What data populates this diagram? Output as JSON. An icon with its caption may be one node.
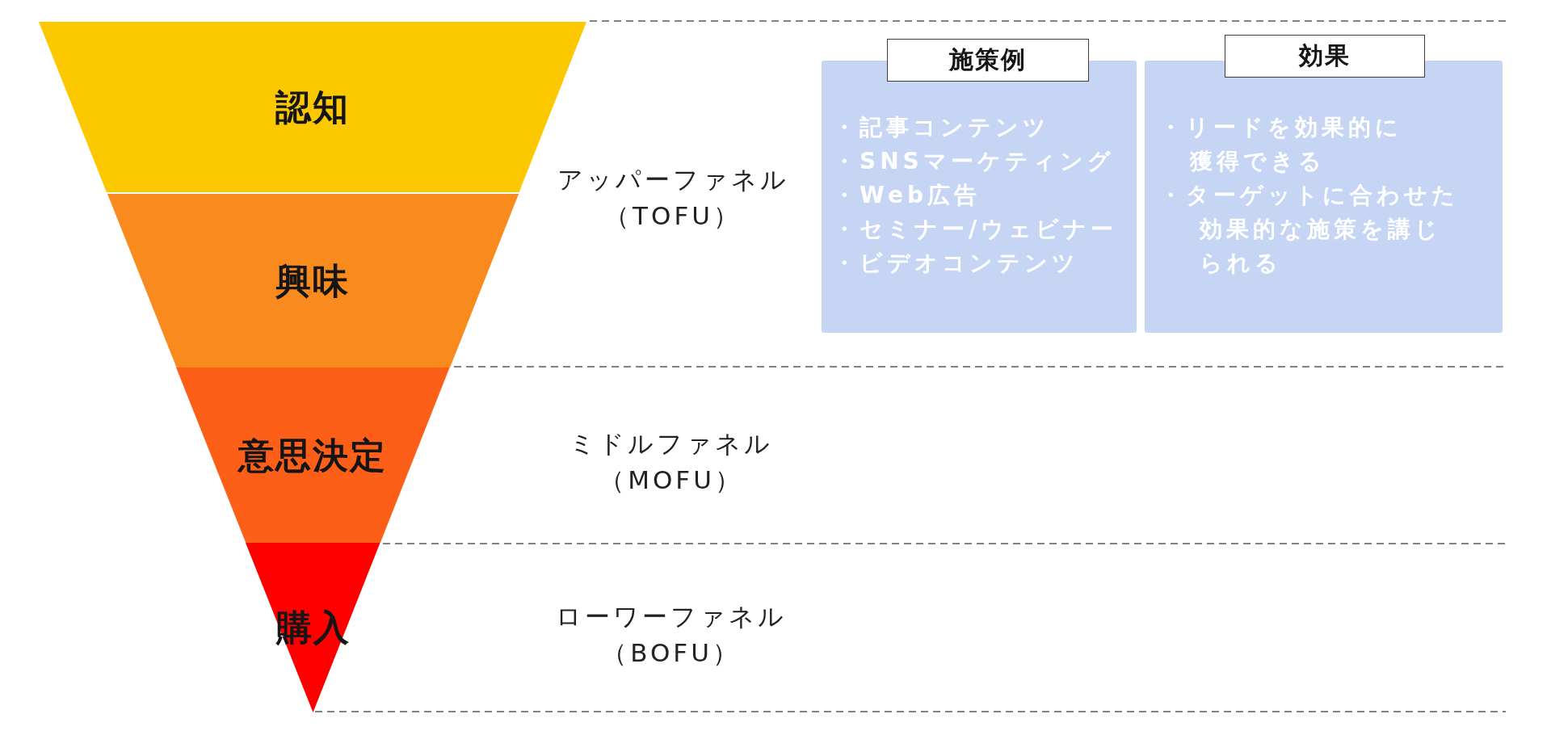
{
  "diagram": {
    "nodes": [
      {
        "text": [
          "認知"
        ]
      },
      {
        "text": [
          "興味"
        ]
      },
      {
        "text": [
          "意思決定"
        ]
      },
      {
        "text": [
          "購入"
        ]
      },
      {
        "text": [
          "施策例",
          "・記事コンテンツ",
          "・SNSマーケティング",
          "・Web広告",
          "・セミナー/ウェビナー",
          "・ビデオコンテンツ"
        ]
      },
      {
        "text": [
          "効果",
          "・リードを効果的に獲得できる",
          "・ターゲットに合わせた効果的な施策を講じられる"
        ]
      }
    ],
    "labels": [
      "アッパーファネル（TOFU）",
      "ミドルファネル（MOFU）",
      "ローワーファネル（BOFU）"
    ]
  }
}
